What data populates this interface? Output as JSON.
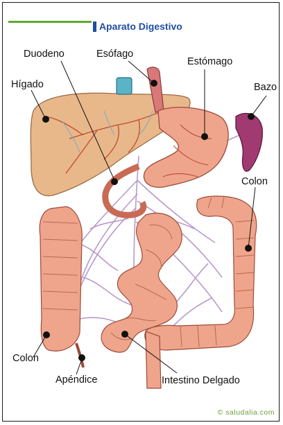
{
  "header": {
    "title": "Aparato Digestivo"
  },
  "labels": {
    "duodeno": "Duodeno",
    "esofago": "Esófago",
    "estomago": "Estómago",
    "higado": "Hígado",
    "bazo": "Bazo",
    "colon_right": "Colon",
    "colon_left": "Colon",
    "apendice": "Apéndice",
    "intestino": "Intestino Delgado"
  },
  "footer": {
    "credit": "© saludalia.com"
  },
  "colors": {
    "title": "#1f4fa3",
    "rule": "#5fa832",
    "liver": "#e8b88a",
    "intestine": "#efa58b",
    "spleen": "#a23a72",
    "vessel": "#b693c8"
  }
}
